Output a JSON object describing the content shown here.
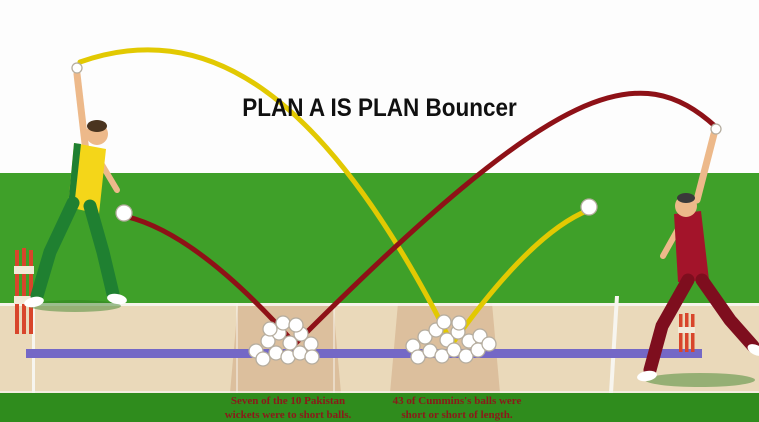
{
  "title": "PLAN A IS PLAN Bouncer",
  "annotations": {
    "left": "Seven of the 10 Pakistan wickets were to short balls.",
    "right": "43 of Cummins's balls were short or short of length."
  },
  "colors": {
    "sky-white": "#fdfdfd",
    "field-green": "#3fa029",
    "field-green-deep": "#2f8c1d",
    "pitch-tan": "#ead9ba",
    "pitch-zone": "#dcbf9d",
    "crease-white": "#f7f5ef",
    "purple-bar": "#7468c6",
    "traj-yellow": "#e2c902",
    "traj-red": "#8e1117",
    "ball-white": "#ffffff",
    "ball-outline": "#b5ad9f",
    "skin": "#edb98a",
    "kit-yellow": "#f4d619",
    "kit-green": "#1f8031",
    "kit-red": "#a3142a",
    "kit-red-dark": "#7e0e1e",
    "stump-red": "#d8452b",
    "stump-white": "#f2ead8",
    "hair-brown": "#4a341f",
    "hair-gray": "#3a3a3a",
    "shadow-green": "#2e7d1f",
    "text-black": "#101010",
    "annotation-red": "#8b1a1a"
  },
  "diagram": {
    "clusters": [
      {
        "id": "left",
        "radius": 7,
        "balls": [
          [
            256,
            351
          ],
          [
            268,
            341
          ],
          [
            279,
            333
          ],
          [
            290,
            343
          ],
          [
            301,
            334
          ],
          [
            311,
            344
          ],
          [
            263,
            359
          ],
          [
            276,
            353
          ],
          [
            288,
            357
          ],
          [
            300,
            353
          ],
          [
            312,
            357
          ],
          [
            283,
            323
          ],
          [
            296,
            325
          ],
          [
            270,
            329
          ]
        ]
      },
      {
        "id": "right",
        "radius": 7,
        "balls": [
          [
            413,
            346
          ],
          [
            425,
            337
          ],
          [
            436,
            330
          ],
          [
            447,
            340
          ],
          [
            458,
            332
          ],
          [
            469,
            341
          ],
          [
            480,
            336
          ],
          [
            418,
            357
          ],
          [
            430,
            351
          ],
          [
            442,
            356
          ],
          [
            454,
            350
          ],
          [
            466,
            356
          ],
          [
            478,
            350
          ],
          [
            489,
            344
          ],
          [
            444,
            322
          ],
          [
            459,
            323
          ]
        ]
      }
    ],
    "end_balls": {
      "radius": 8,
      "positions": [
        [
          124,
          213
        ],
        [
          589,
          207
        ]
      ]
    },
    "hand_balls": {
      "radius": 5,
      "positions": [
        [
          77,
          68
        ],
        [
          716,
          129
        ]
      ]
    }
  }
}
